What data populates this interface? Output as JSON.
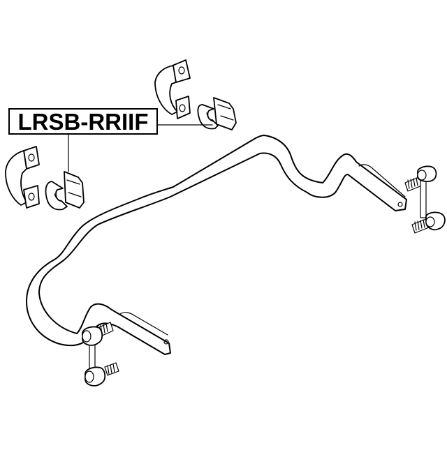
{
  "diagram": {
    "title": "Stabilizer bar bushing exploded view",
    "part_label": "LRSB-RRIIF",
    "colors": {
      "line": "#000000",
      "background": "#ffffff"
    },
    "components": [
      {
        "id": "clamp-bracket-upper",
        "description": "Upper bushing clamp bracket"
      },
      {
        "id": "bushing-upper",
        "description": "Upper stabilizer bushing (labeled)"
      },
      {
        "id": "clamp-bracket-lower",
        "description": "Lower bushing clamp bracket"
      },
      {
        "id": "bushing-lower",
        "description": "Lower stabilizer bushing (labeled)"
      },
      {
        "id": "stabilizer-bar",
        "description": "Anti-roll stabilizer bar"
      },
      {
        "id": "link-right",
        "description": "Right stabilizer link with studs"
      },
      {
        "id": "link-left",
        "description": "Left stabilizer link with studs"
      }
    ]
  }
}
